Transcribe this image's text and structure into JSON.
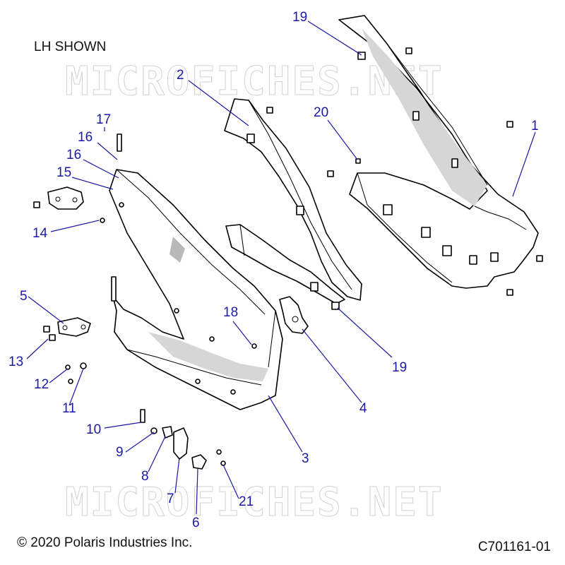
{
  "notes": {
    "view_label": "LH SHOWN",
    "copyright": "© 2020 Polaris Industries Inc.",
    "drawing_number": "C701161-01"
  },
  "watermark": {
    "text": "MICROFICHES.NET"
  },
  "callouts": [
    {
      "id": "c1",
      "label": "1"
    },
    {
      "id": "c2",
      "label": "2"
    },
    {
      "id": "c3",
      "label": "3"
    },
    {
      "id": "c4",
      "label": "4"
    },
    {
      "id": "c5",
      "label": "5"
    },
    {
      "id": "c6",
      "label": "6"
    },
    {
      "id": "c7",
      "label": "7"
    },
    {
      "id": "c8",
      "label": "8"
    },
    {
      "id": "c9",
      "label": "9"
    },
    {
      "id": "c10",
      "label": "10"
    },
    {
      "id": "c11",
      "label": "11"
    },
    {
      "id": "c12",
      "label": "12"
    },
    {
      "id": "c13",
      "label": "13"
    },
    {
      "id": "c14",
      "label": "14"
    },
    {
      "id": "c15",
      "label": "15"
    },
    {
      "id": "c16a",
      "label": "16"
    },
    {
      "id": "c16b",
      "label": "16"
    },
    {
      "id": "c17",
      "label": "17"
    },
    {
      "id": "c18",
      "label": "18"
    },
    {
      "id": "c19a",
      "label": "19"
    },
    {
      "id": "c19b",
      "label": "19"
    },
    {
      "id": "c20",
      "label": "20"
    },
    {
      "id": "c21",
      "label": "21"
    }
  ],
  "colors": {
    "callout": "#1a1aa6",
    "line": "#000000",
    "shade": "#d6d6d6"
  }
}
